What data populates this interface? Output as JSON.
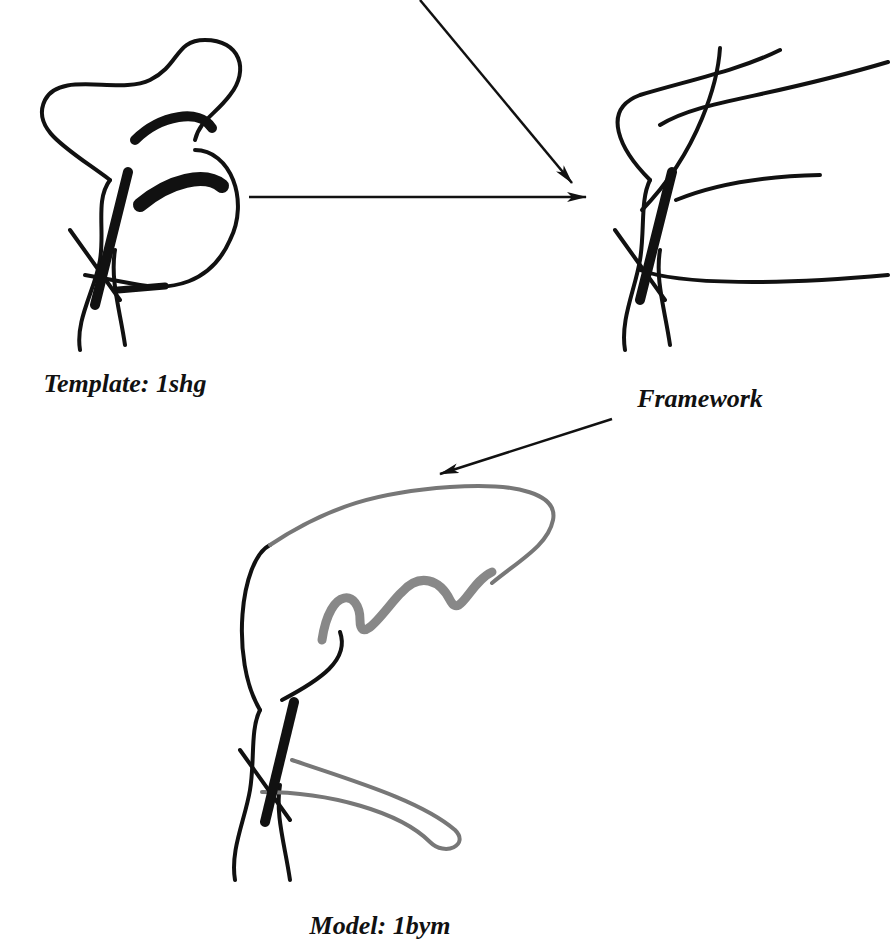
{
  "diagram": {
    "nodes": [
      {
        "text": [
          "Template: 1shg"
        ]
      },
      {
        "text": [
          "Framework"
        ]
      },
      {
        "text": [
          "Model: 1bym"
        ]
      }
    ],
    "edges": [
      {
        "from": 0,
        "to": 1,
        "arrow": "to"
      },
      {
        "from": 1,
        "to": 2,
        "arrow": "to"
      }
    ]
  }
}
